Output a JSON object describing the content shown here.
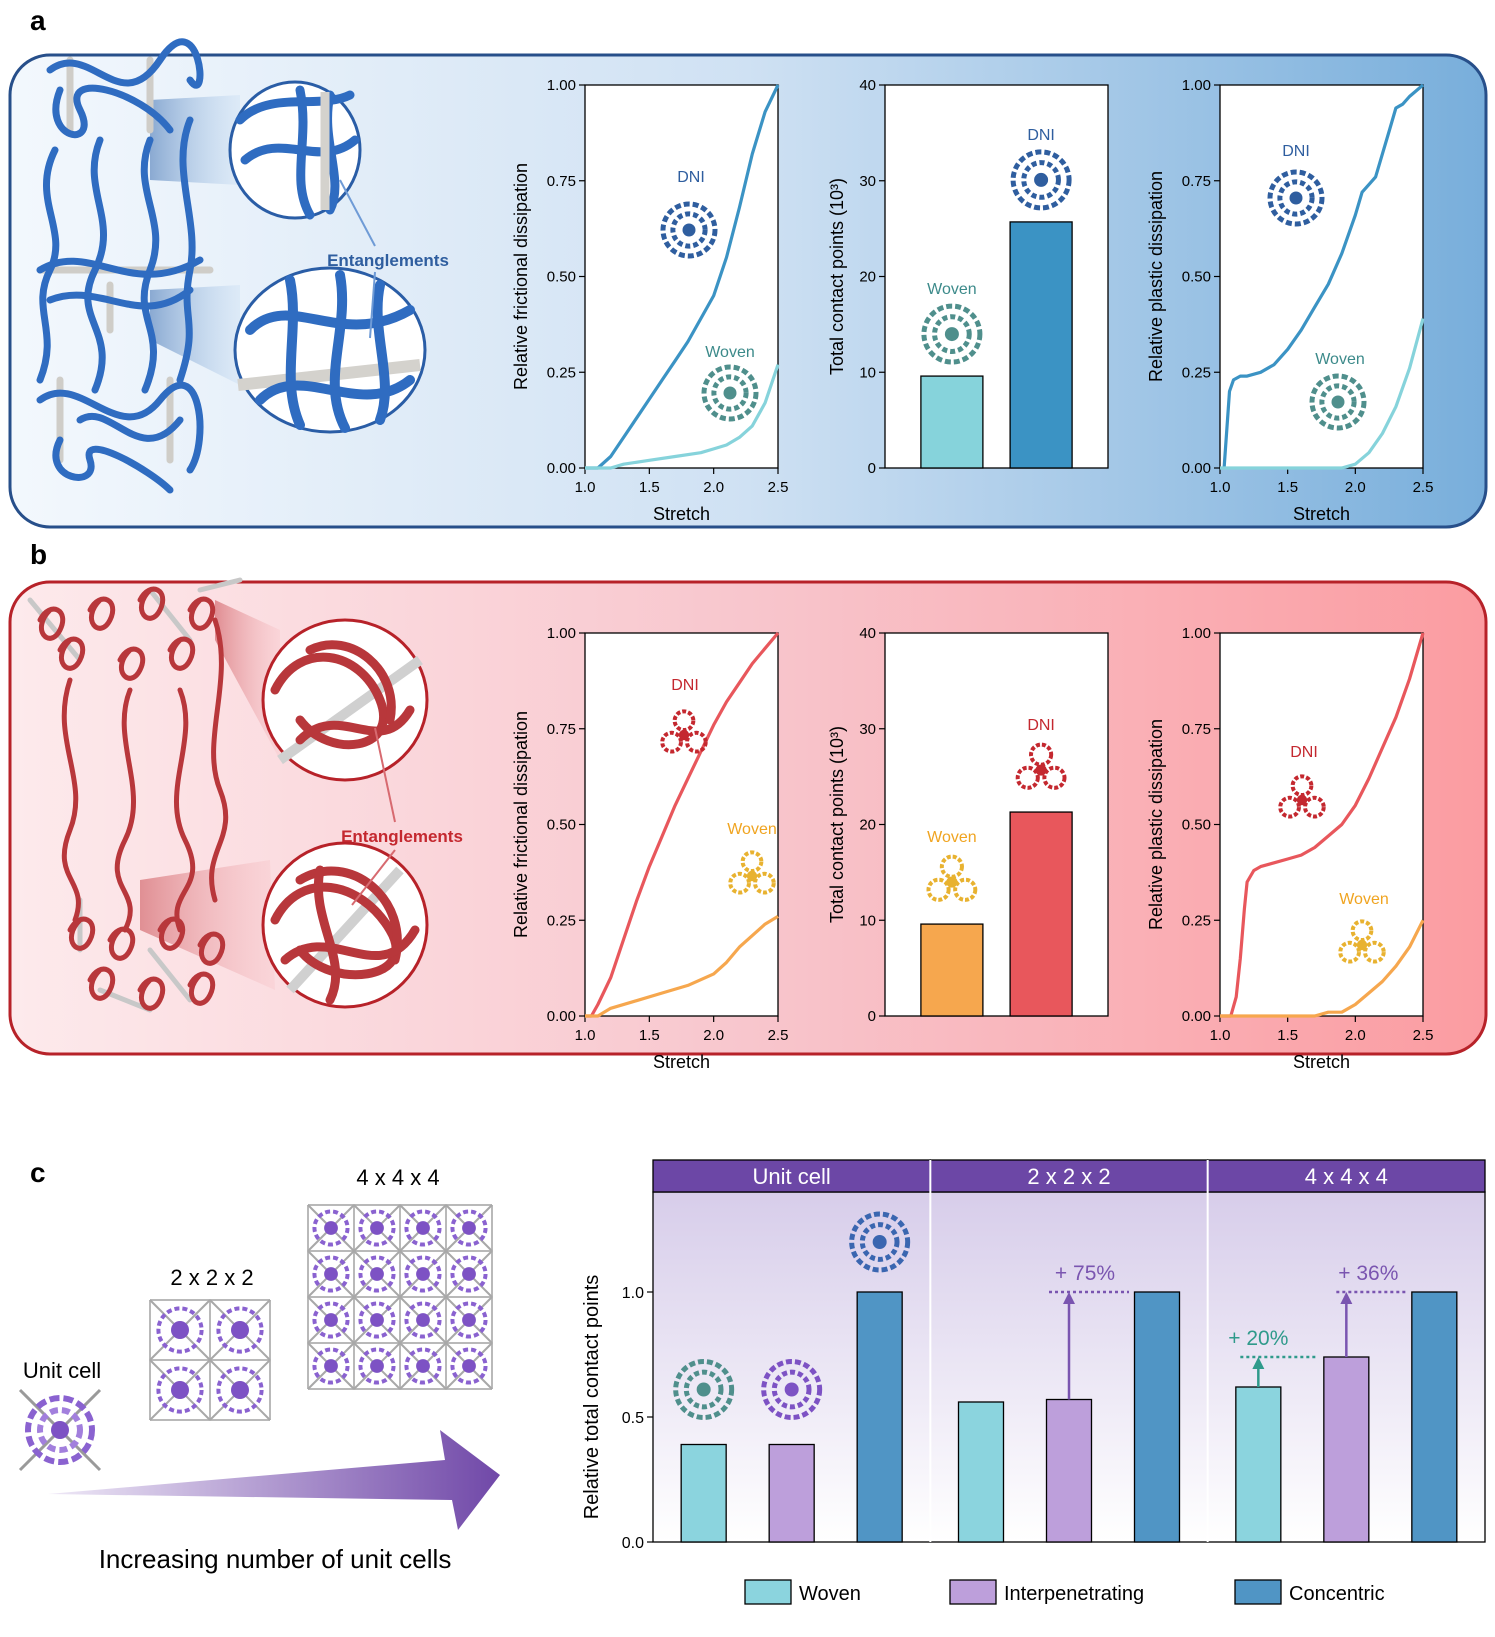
{
  "panels": {
    "a": {
      "letter": "a",
      "callout": "Entanglements",
      "colors": {
        "dni": "#3b93c4",
        "woven": "#86d3db",
        "accent": "#2f5e9f",
        "woven_label": "#3c8a8a"
      },
      "charts": [
        {
          "id": "a-friction",
          "type": "line",
          "ylabel": "Relative frictional dissipation",
          "xlabel": "Stretch",
          "xlim": [
            1.0,
            2.5
          ],
          "ylim": [
            0,
            1.0
          ],
          "xticks": [
            "1.0",
            "1.5",
            "2.0",
            "2.5"
          ],
          "yticks": [
            "0.00",
            "0.25",
            "0.50",
            "0.75",
            "1.00"
          ],
          "series": [
            {
              "name": "DNI",
              "x": [
                1.0,
                1.1,
                1.2,
                1.3,
                1.4,
                1.5,
                1.6,
                1.7,
                1.8,
                1.9,
                2.0,
                2.1,
                2.2,
                2.3,
                2.4,
                2.5
              ],
              "y": [
                0.0,
                0.0,
                0.03,
                0.08,
                0.13,
                0.18,
                0.23,
                0.28,
                0.33,
                0.39,
                0.45,
                0.55,
                0.68,
                0.82,
                0.93,
                1.0
              ]
            },
            {
              "name": "Woven",
              "x": [
                1.0,
                1.2,
                1.3,
                1.5,
                1.7,
                1.9,
                2.0,
                2.1,
                2.2,
                2.3,
                2.4,
                2.5
              ],
              "y": [
                0.0,
                0.0,
                0.01,
                0.02,
                0.03,
                0.04,
                0.05,
                0.06,
                0.08,
                0.11,
                0.17,
                0.27
              ]
            }
          ]
        },
        {
          "id": "a-contacts",
          "type": "bar",
          "ylabel": "Total contact points (10³)",
          "ylim": [
            0,
            40
          ],
          "yticks": [
            "0",
            "10",
            "20",
            "30",
            "40"
          ],
          "categories": [
            "Woven",
            "DNI"
          ],
          "values": [
            9.6,
            25.7
          ]
        },
        {
          "id": "a-plastic",
          "type": "line",
          "ylabel": "Relative plastic dissipation",
          "xlabel": "Stretch",
          "xlim": [
            1.0,
            2.5
          ],
          "ylim": [
            0,
            1.0
          ],
          "xticks": [
            "1.0",
            "1.5",
            "2.0",
            "2.5"
          ],
          "yticks": [
            "0.00",
            "0.25",
            "0.50",
            "0.75",
            "1.00"
          ],
          "series": [
            {
              "name": "DNI",
              "x": [
                1.03,
                1.05,
                1.07,
                1.1,
                1.15,
                1.2,
                1.3,
                1.4,
                1.5,
                1.6,
                1.7,
                1.8,
                1.9,
                2.0,
                2.05,
                2.1,
                2.15,
                2.2,
                2.25,
                2.3,
                2.35,
                2.4,
                2.5
              ],
              "y": [
                0.0,
                0.1,
                0.2,
                0.23,
                0.24,
                0.24,
                0.25,
                0.27,
                0.31,
                0.36,
                0.42,
                0.48,
                0.56,
                0.66,
                0.72,
                0.74,
                0.76,
                0.82,
                0.88,
                0.94,
                0.95,
                0.97,
                1.0
              ]
            },
            {
              "name": "Woven",
              "x": [
                1.0,
                1.9,
                2.0,
                2.1,
                2.2,
                2.3,
                2.4,
                2.5
              ],
              "y": [
                0.0,
                0.0,
                0.01,
                0.04,
                0.09,
                0.16,
                0.26,
                0.39
              ]
            }
          ]
        }
      ]
    },
    "b": {
      "letter": "b",
      "callout": "Entanglements",
      "colors": {
        "dni": "#e8575c",
        "woven": "#f6a74e",
        "accent": "#c4282f",
        "woven_label": "#f0a420"
      },
      "charts": [
        {
          "id": "b-friction",
          "type": "line",
          "ylabel": "Relative frictional dissipation",
          "xlabel": "Stretch",
          "xlim": [
            1.0,
            2.5
          ],
          "ylim": [
            0,
            1.0
          ],
          "xticks": [
            "1.0",
            "1.5",
            "2.0",
            "2.5"
          ],
          "yticks": [
            "0.00",
            "0.25",
            "0.50",
            "0.75",
            "1.00"
          ],
          "series": [
            {
              "name": "DNI",
              "x": [
                1.0,
                1.05,
                1.1,
                1.2,
                1.3,
                1.4,
                1.5,
                1.6,
                1.7,
                1.8,
                1.9,
                2.0,
                2.1,
                2.2,
                2.3,
                2.4,
                2.5
              ],
              "y": [
                0.0,
                0.0,
                0.03,
                0.1,
                0.2,
                0.3,
                0.39,
                0.47,
                0.55,
                0.62,
                0.69,
                0.76,
                0.82,
                0.87,
                0.92,
                0.96,
                1.0
              ]
            },
            {
              "name": "Woven",
              "x": [
                1.0,
                1.1,
                1.2,
                1.4,
                1.6,
                1.8,
                2.0,
                2.1,
                2.2,
                2.3,
                2.4,
                2.5
              ],
              "y": [
                0.0,
                0.0,
                0.02,
                0.04,
                0.06,
                0.08,
                0.11,
                0.14,
                0.18,
                0.21,
                0.24,
                0.26
              ]
            }
          ]
        },
        {
          "id": "b-contacts",
          "type": "bar",
          "ylabel": "Total contact points (10³)",
          "ylim": [
            0,
            40
          ],
          "yticks": [
            "0",
            "10",
            "20",
            "30",
            "40"
          ],
          "categories": [
            "Woven",
            "DNI"
          ],
          "values": [
            9.6,
            21.3
          ]
        },
        {
          "id": "b-plastic",
          "type": "line",
          "ylabel": "Relative plastic dissipation",
          "xlabel": "Stretch",
          "xlim": [
            1.0,
            2.5
          ],
          "ylim": [
            0,
            1.0
          ],
          "xticks": [
            "1.0",
            "1.5",
            "2.0",
            "2.5"
          ],
          "yticks": [
            "0.00",
            "0.25",
            "0.50",
            "0.75",
            "1.00"
          ],
          "series": [
            {
              "name": "DNI",
              "x": [
                1.0,
                1.08,
                1.12,
                1.15,
                1.18,
                1.2,
                1.25,
                1.3,
                1.4,
                1.5,
                1.6,
                1.7,
                1.8,
                1.9,
                2.0,
                2.1,
                2.2,
                2.3,
                2.4,
                2.5
              ],
              "y": [
                0.0,
                0.0,
                0.05,
                0.15,
                0.28,
                0.35,
                0.38,
                0.39,
                0.4,
                0.41,
                0.42,
                0.44,
                0.47,
                0.5,
                0.55,
                0.62,
                0.7,
                0.78,
                0.88,
                1.0
              ]
            },
            {
              "name": "Woven",
              "x": [
                1.0,
                1.7,
                1.8,
                1.9,
                2.0,
                2.1,
                2.2,
                2.3,
                2.4,
                2.5
              ],
              "y": [
                0.0,
                0.0,
                0.01,
                0.01,
                0.03,
                0.06,
                0.09,
                0.13,
                0.18,
                0.25
              ]
            }
          ]
        }
      ]
    },
    "c": {
      "letter": "c",
      "sizes": [
        "Unit cell",
        "2 x 2 x 2",
        "4 x 4 x 4"
      ],
      "arrow_label": "Increasing number of unit cells",
      "chart": {
        "type": "bar",
        "ylabel": "Relative total contact points",
        "ylim": [
          0,
          1.4
        ],
        "yticks": [
          "0.0",
          "0.5",
          "1.0"
        ],
        "groups": [
          "Unit cell",
          "2 x 2 x 2",
          "4 x 4 x 4"
        ],
        "series": [
          {
            "name": "Woven",
            "color": "#8bd4de",
            "values": [
              0.39,
              0.56,
              0.62
            ]
          },
          {
            "name": "Interpenetrating",
            "color": "#bd9fdb",
            "values": [
              0.39,
              0.57,
              0.74
            ]
          },
          {
            "name": "Concentric",
            "color": "#5095c5",
            "values": [
              1.0,
              1.0,
              1.0
            ]
          }
        ],
        "annotations": [
          "+ 75%",
          "+ 20%",
          "+ 36%"
        ]
      }
    }
  }
}
